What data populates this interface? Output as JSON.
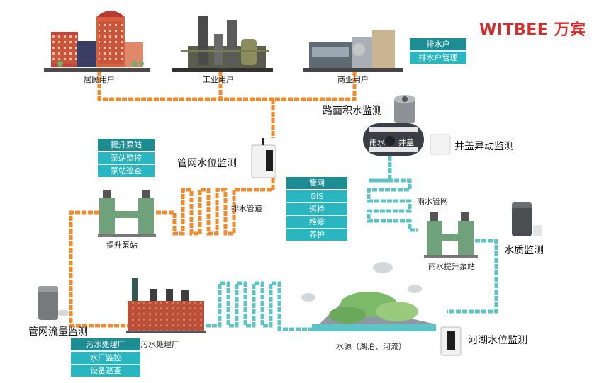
{
  "brand": {
    "name": "WITBEE",
    "name_cn": "万宾",
    "color": "#d62b2b"
  },
  "users": {
    "residential": "居民用户",
    "industrial": "工业用户",
    "commercial": "商业用户"
  },
  "discharge_panel": {
    "header": "排水户",
    "items": [
      "排水户管理"
    ]
  },
  "pump_panel": {
    "header": "提升泵站",
    "items": [
      "泵站监控",
      "泵站巡查"
    ]
  },
  "pipe_panel": {
    "header": "管网",
    "items": [
      "GIS",
      "巡检",
      "维修",
      "养护"
    ]
  },
  "plant_panel": {
    "header": "污水处理厂",
    "items": [
      "水厂监控",
      "设备巡查"
    ]
  },
  "labels": {
    "road_water": "路面积水监测",
    "manhole_move": "井盖异动监测",
    "rain_grate": "雨水",
    "manhole_cover": "井盖",
    "pipe_level": "管网水位监测",
    "drain_pipe": "排水管道",
    "lift_station": "提升泵站",
    "rain_network": "雨水管网",
    "water_quality": "水质监测",
    "rain_lift_station": "雨水提升泵站",
    "river_level": "河湖水位监测",
    "water_source": "水源（湖泊、河流）",
    "flow_monitor": "管网流量监测",
    "treatment_plant": "污水处理厂"
  },
  "colors": {
    "sewage_pipe": "#f28a2e",
    "rain_pipe": "#5cc4c6",
    "panel_tag": "#2ab6c0",
    "panel_head": "#1e8c93"
  }
}
